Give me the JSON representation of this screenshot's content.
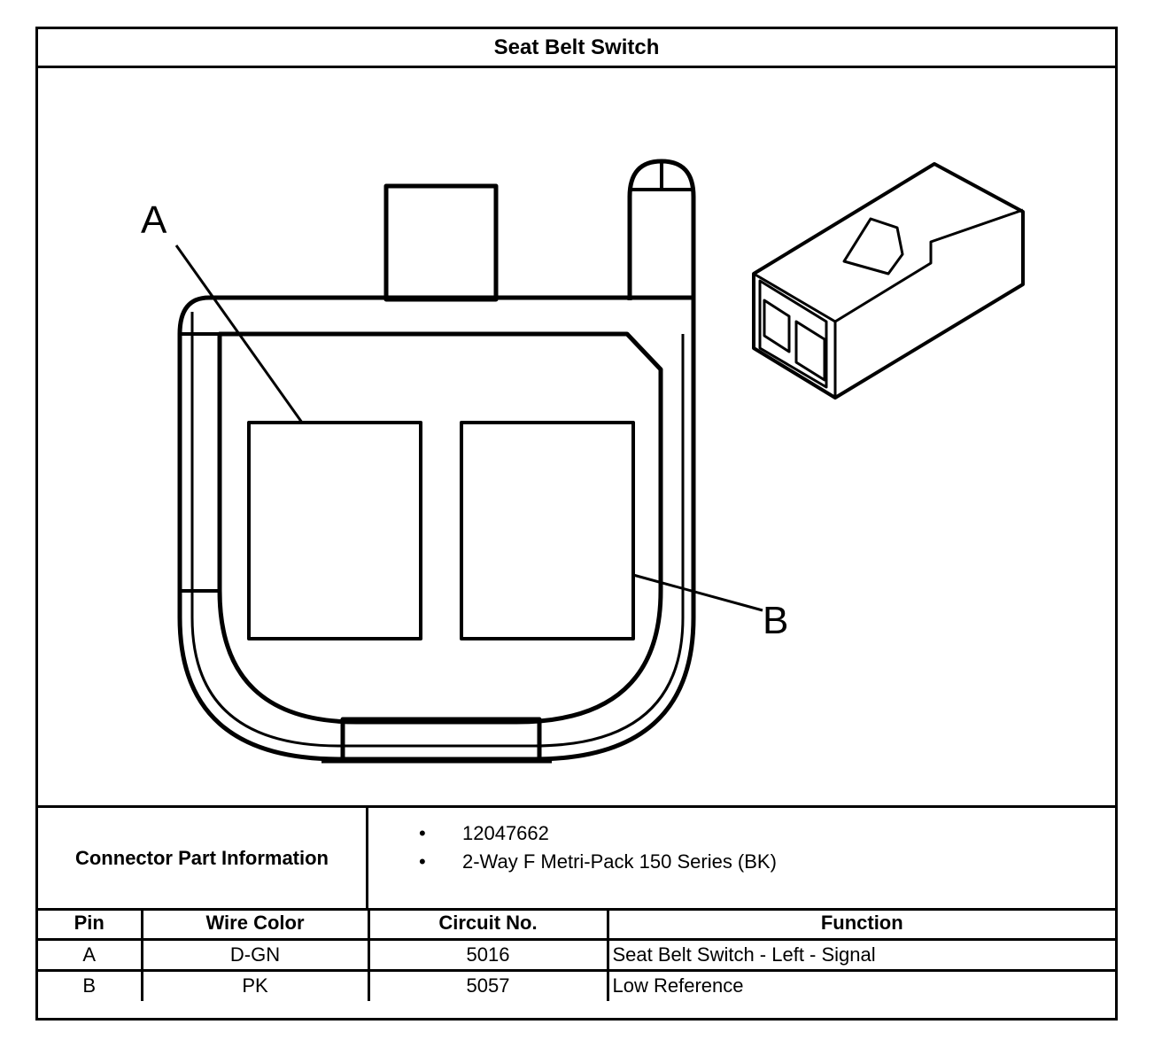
{
  "title": "Seat Belt Switch",
  "diagram": {
    "callout_a": "A",
    "callout_b": "B"
  },
  "connector_info": {
    "label": "Connector Part Information",
    "items": [
      "12047662",
      "2-Way F Metri-Pack 150 Series (BK)"
    ]
  },
  "pin_table": {
    "headers": [
      "Pin",
      "Wire Color",
      "Circuit No.",
      "Function"
    ],
    "rows": [
      [
        "A",
        "D-GN",
        "5016",
        "Seat Belt Switch - Left - Signal"
      ],
      [
        "B",
        "PK",
        "5057",
        "Low Reference"
      ]
    ]
  }
}
